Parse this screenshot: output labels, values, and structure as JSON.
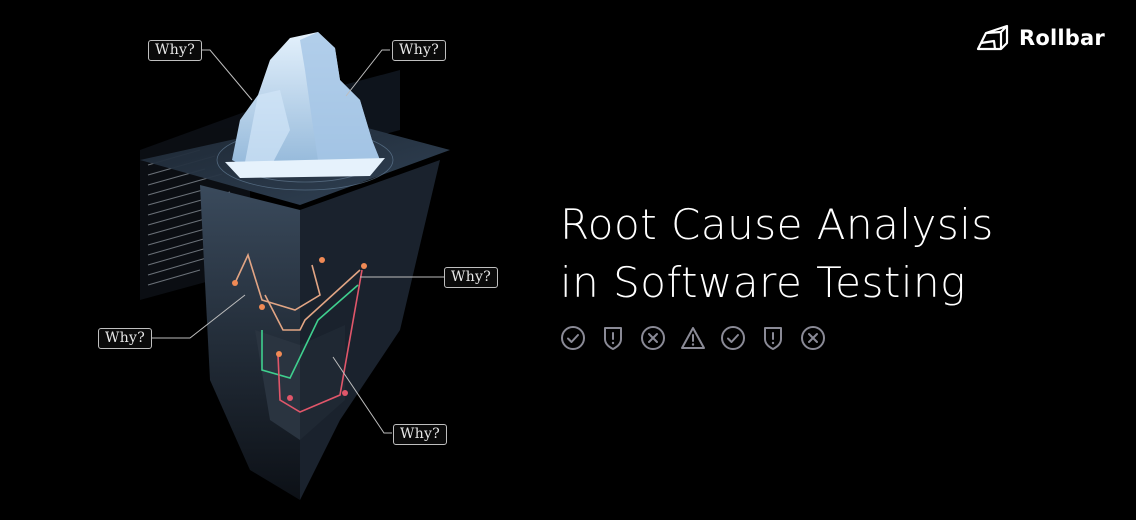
{
  "brand": {
    "name": "Rollbar",
    "logo_icon": "rollbar-cube-icon",
    "text_color": "#ffffff"
  },
  "headline": {
    "line1": "Root Cause Analysis",
    "line2": "in Software Testing",
    "color": "#ffffff"
  },
  "status_icons": [
    {
      "name": "check-circle-icon"
    },
    {
      "name": "shield-alert-icon"
    },
    {
      "name": "x-circle-icon"
    },
    {
      "name": "warning-triangle-icon"
    },
    {
      "name": "check-circle-icon"
    },
    {
      "name": "shield-alert-icon"
    },
    {
      "name": "x-circle-icon"
    }
  ],
  "icon_color": "#8a8a96",
  "callouts": [
    {
      "label": "Why?",
      "position": "top-left"
    },
    {
      "label": "Why?",
      "position": "top-right"
    },
    {
      "label": "Why?",
      "position": "middle-right"
    },
    {
      "label": "Why?",
      "position": "middle-left"
    },
    {
      "label": "Why?",
      "position": "bottom-right"
    }
  ],
  "illustration": {
    "subject": "isometric iceberg above water plane with underwater circuit paths",
    "colors": {
      "ice": "#bcd9f2",
      "water_plane": "#2a3a4c",
      "underwater": "#2b3442",
      "path_orange": "#e79a6a",
      "path_green": "#3fcf8e",
      "path_red": "#e0566a"
    }
  },
  "background": "#000000"
}
